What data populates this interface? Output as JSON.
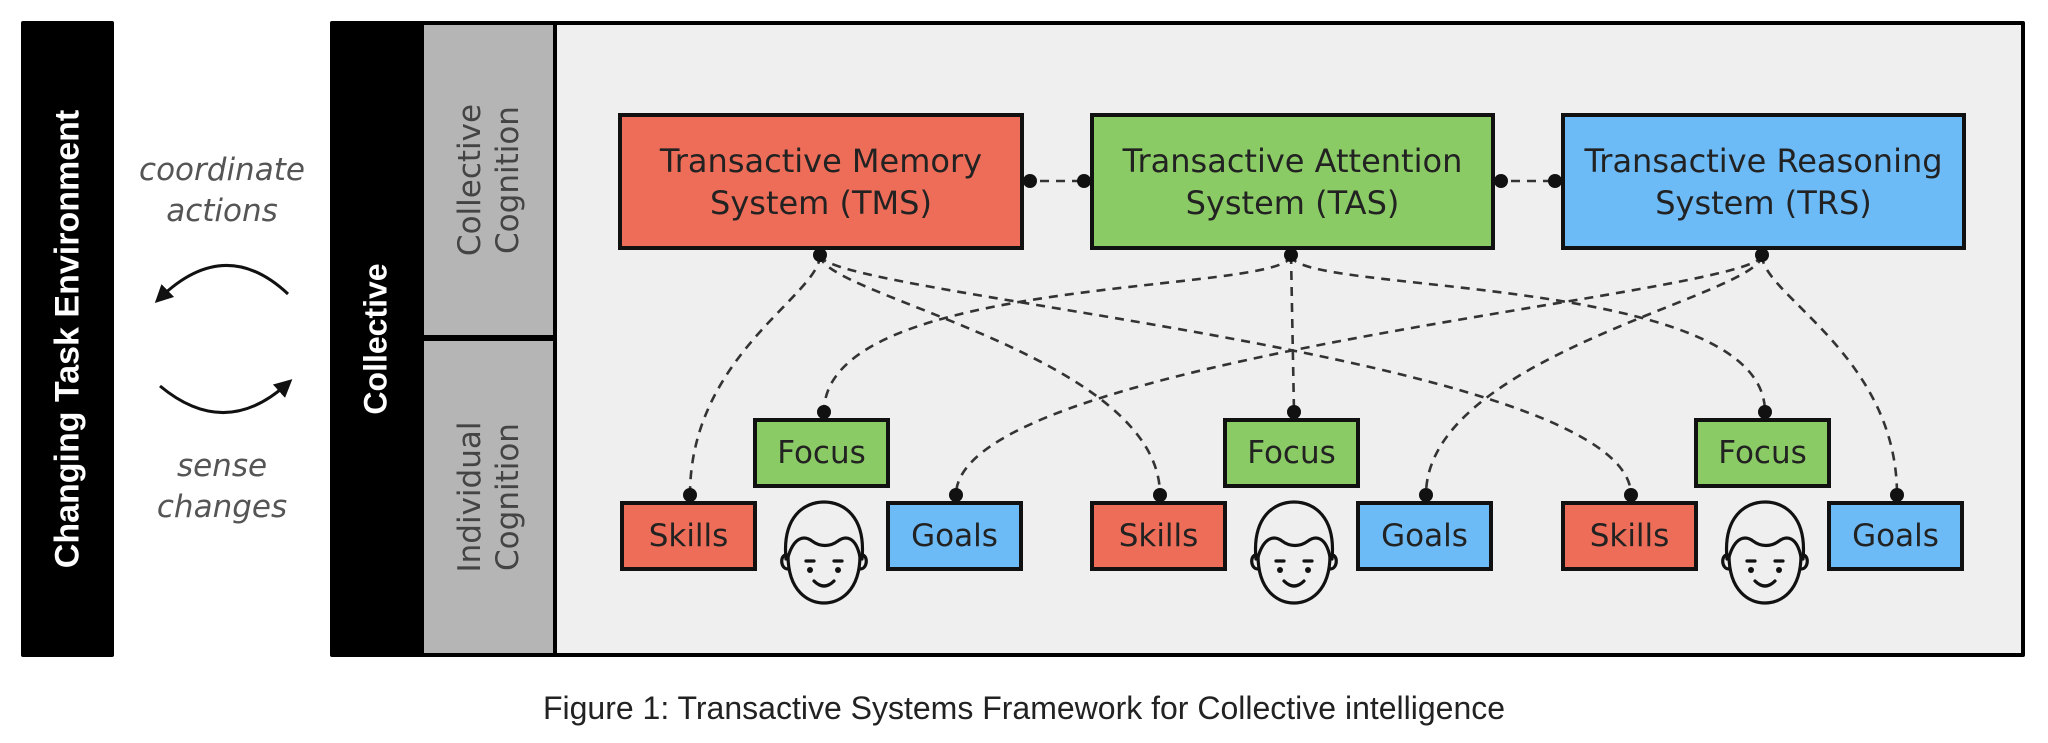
{
  "environment": {
    "label": "Changing Task Environment",
    "coordinate_text": [
      "coordinate",
      "actions"
    ],
    "sense_text": [
      "sense",
      "changes"
    ]
  },
  "collective": {
    "label": "Collective",
    "levels": {
      "collective": [
        "Collective",
        "Cognition"
      ],
      "individual": [
        "Individual",
        "Cognition"
      ]
    }
  },
  "systems": [
    {
      "id": "tms",
      "lines": [
        "Transactive Memory",
        "System (TMS)"
      ],
      "color": "#ed6d58"
    },
    {
      "id": "tas",
      "lines": [
        "Transactive Attention",
        "System (TAS)"
      ],
      "color": "#8bcb65"
    },
    {
      "id": "trs",
      "lines": [
        "Transactive Reasoning",
        "System (TRS)"
      ],
      "color": "#6cbaf6"
    }
  ],
  "individuals": [
    {
      "skills": "Skills",
      "focus": "Focus",
      "goals": "Goals"
    },
    {
      "skills": "Skills",
      "focus": "Focus",
      "goals": "Goals"
    },
    {
      "skills": "Skills",
      "focus": "Focus",
      "goals": "Goals"
    }
  ],
  "links": {
    "tms": "skills",
    "tas": "focus",
    "trs": "goals"
  },
  "icons": {
    "person": "person-face-icon",
    "arrow_out": "curved-arrow-left-icon",
    "arrow_in": "curved-arrow-right-icon"
  },
  "caption": "Figure 1: Transactive Systems Framework for Collective intelligence"
}
